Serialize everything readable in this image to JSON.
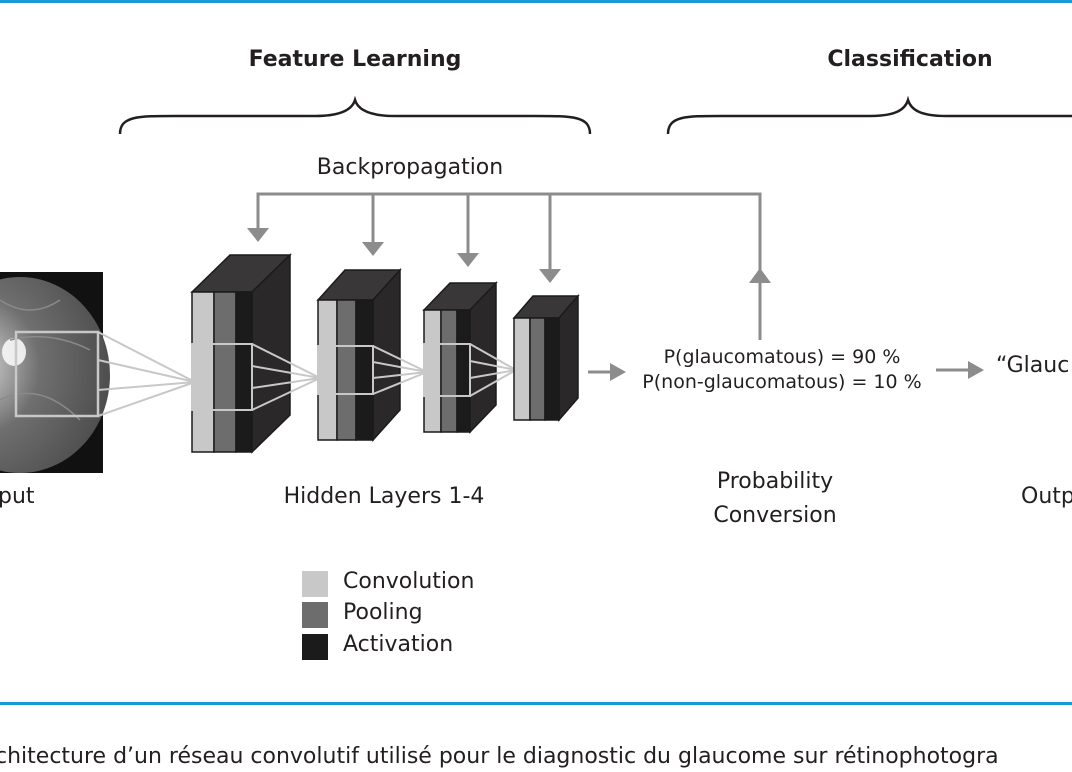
{
  "sections": {
    "feature_learning": "Feature Learning",
    "classification": "Classification"
  },
  "backprop_label": "Backpropagation",
  "input_label": "put",
  "hidden_layers_label": "Hidden Layers 1-4",
  "probability": {
    "line1": "P(glaucomatous) = 90 %",
    "line2": "P(non-glaucomatous) = 10 %",
    "label_line1": "Probability",
    "label_line2": "Conversion"
  },
  "output": {
    "value": "“Glauc",
    "label": "Outp"
  },
  "legend": [
    {
      "label": "Convolution",
      "color": "#c8c8c8"
    },
    {
      "label": "Pooling",
      "color": "#6d6d6d"
    },
    {
      "label": "Activation",
      "color": "#1b1b1b"
    }
  ],
  "caption": "chitecture d’un réseau convolutif utilisé pour le diagnostic du glaucome sur rétinophotogra",
  "colors": {
    "accent_rule": "#1a9ad6",
    "arrow_gray": "#8c8c8c",
    "layer_dark": "#2e2b2c"
  }
}
